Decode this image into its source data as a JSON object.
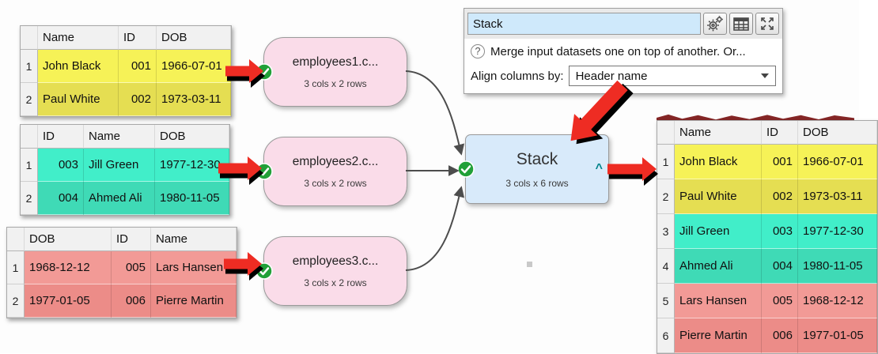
{
  "panel": {
    "title_value": "Stack",
    "help_glyph": "?",
    "description": "Merge input datasets one on top of another. Or...",
    "align_label": "Align columns by:",
    "align_value": "Header name"
  },
  "nodes": [
    {
      "title": "employees1.c...",
      "subtitle": "3 cols x 2 rows"
    },
    {
      "title": "employees2.c...",
      "subtitle": "3 cols x 2 rows"
    },
    {
      "title": "employees3.c...",
      "subtitle": "3 cols x 2 rows"
    }
  ],
  "stack_node": {
    "title": "Stack",
    "subtitle": "3 cols x 6 rows",
    "caret": "^"
  },
  "tables": {
    "input1": {
      "headers": [
        "Name",
        "ID",
        "DOB"
      ],
      "rows": [
        {
          "n": "1",
          "cells": [
            "John Black",
            "001",
            "1966-07-01"
          ]
        },
        {
          "n": "2",
          "cells": [
            "Paul White",
            "002",
            "1973-03-11"
          ]
        }
      ]
    },
    "input2": {
      "headers": [
        "ID",
        "Name",
        "DOB"
      ],
      "rows": [
        {
          "n": "1",
          "cells": [
            "003",
            "Jill Green",
            "1977-12-30"
          ]
        },
        {
          "n": "2",
          "cells": [
            "004",
            "Ahmed Ali",
            "1980-11-05"
          ]
        }
      ]
    },
    "input3": {
      "headers": [
        "DOB",
        "ID",
        "Name"
      ],
      "rows": [
        {
          "n": "1",
          "cells": [
            "1968-12-12",
            "005",
            "Lars Hansen"
          ]
        },
        {
          "n": "2",
          "cells": [
            "1977-01-05",
            "006",
            "Pierre Martin"
          ]
        }
      ]
    },
    "output": {
      "headers": [
        "Name",
        "ID",
        "DOB"
      ],
      "rows": [
        {
          "n": "1",
          "cells": [
            "John Black",
            "001",
            "1966-07-01"
          ]
        },
        {
          "n": "2",
          "cells": [
            "Paul White",
            "002",
            "1973-03-11"
          ]
        },
        {
          "n": "3",
          "cells": [
            "Jill Green",
            "003",
            "1977-12-30"
          ]
        },
        {
          "n": "4",
          "cells": [
            "Ahmed Ali",
            "004",
            "1980-11-05"
          ]
        },
        {
          "n": "5",
          "cells": [
            "Lars Hansen",
            "005",
            "1968-12-12"
          ]
        },
        {
          "n": "6",
          "cells": [
            "Pierre Martin",
            "006",
            "1977-01-05"
          ]
        }
      ]
    }
  },
  "colors": {
    "yellow_row_light": "#f6f257",
    "yellow_row_dark": "#e5de52",
    "teal_row_light": "#41eec9",
    "teal_row_dark": "#3fdab6",
    "red_row_light": "#f29a96",
    "red_row_dark": "#ec8c88",
    "input_node_fill": "#fadce9",
    "stack_node_fill": "#d8eafa",
    "ok_status_green": "#21a038",
    "arrow_red": "#ee2c23",
    "caret_teal": "#00838a",
    "name_field_blue": "#cfe9fb"
  }
}
